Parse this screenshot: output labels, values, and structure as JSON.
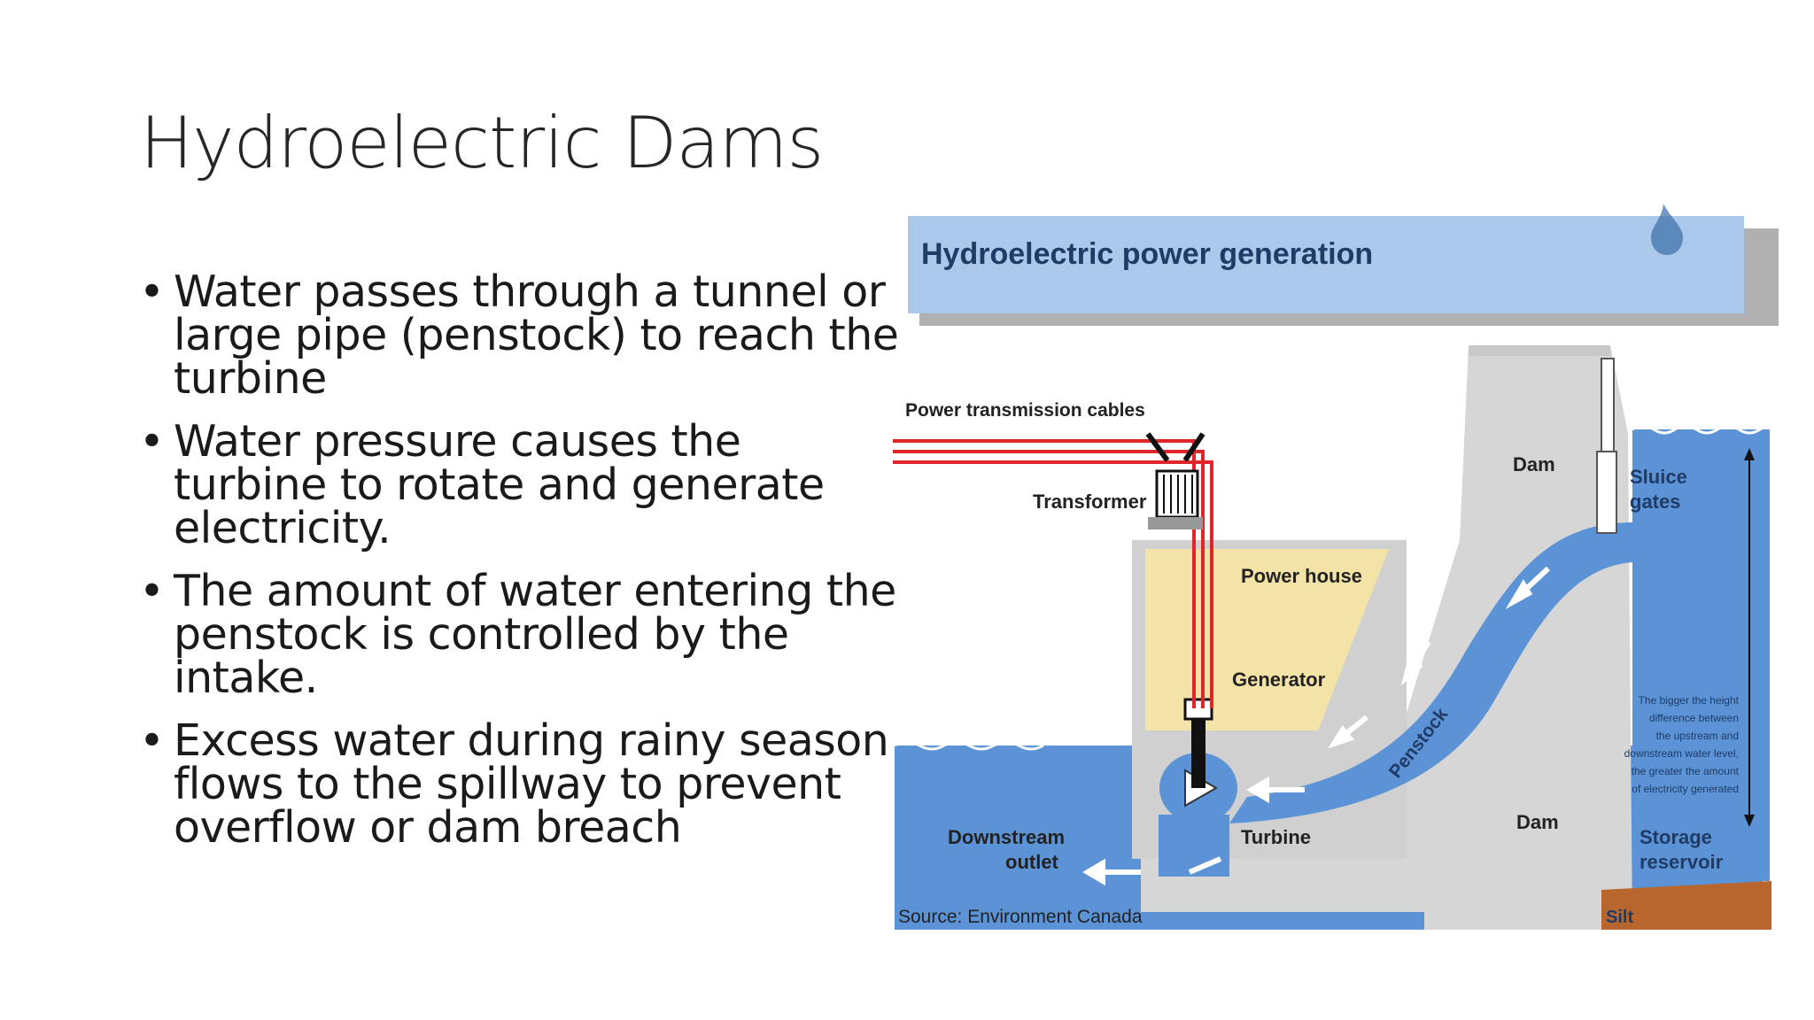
{
  "slide": {
    "title": "Hydroelectric Dams",
    "bullets": [
      "Water passes through a tunnel or large pipe (penstock) to reach the turbine",
      "Water pressure causes the turbine to rotate and generate electricity.",
      "The amount of water entering the penstock is controlled by the intake.",
      "Excess water during rainy season flows to the spillway  to prevent overflow or dam breach"
    ],
    "bullet_char": "•"
  },
  "diagram": {
    "header": "Hydroelectric power generation",
    "labels": {
      "cables": "Power transmission cables",
      "transformer": "Transformer",
      "dam_top": "Dam",
      "sluice_1": "Sluice",
      "sluice_2": "gates",
      "power_house": "Power house",
      "generator": "Generator",
      "penstock": "Penstock",
      "turbine": "Turbine",
      "dam_bottom": "Dam",
      "downstream_1": "Downstream",
      "downstream_2": "outlet",
      "storage_1": "Storage",
      "storage_2": "reservoir",
      "silt": "Silt",
      "source": "Source: Environment Canada",
      "note": [
        "The bigger the height",
        "difference between",
        "the upstream and",
        "downstream water level,",
        "the greater the amount",
        "of electricity generated"
      ]
    },
    "colors": {
      "water": "#5b93d6",
      "header_bg": "#a9c8ea",
      "dam": "#d6d6d6",
      "powerhouse": "#f4e3a6",
      "cable": "#e0262b",
      "silt": "#b8662e",
      "arrow": "#ffffff"
    }
  }
}
